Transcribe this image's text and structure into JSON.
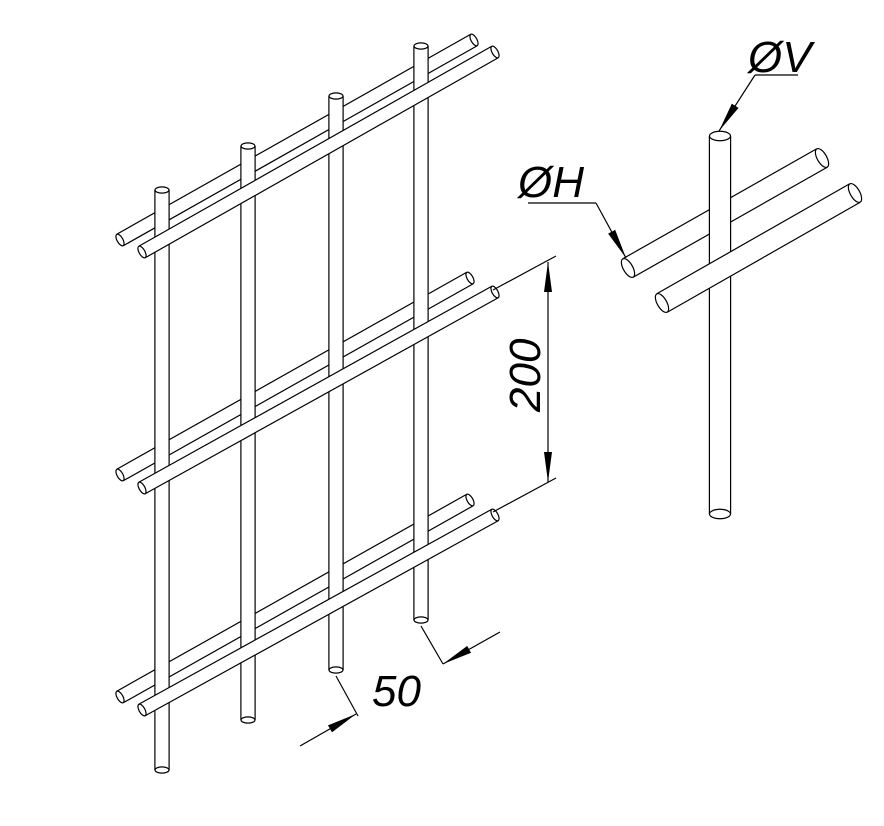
{
  "drawing": {
    "dimension_vertical_spacing": "200",
    "dimension_horizontal_spacing": "50",
    "label_vertical_wire_diameter": "ØV",
    "label_horizontal_wire_diameter": "ØH"
  },
  "colors": {
    "line": "#000000",
    "fill": "#ffffff"
  }
}
